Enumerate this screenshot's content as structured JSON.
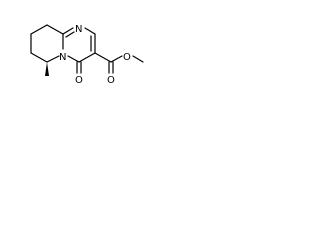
{
  "molecule": {
    "atoms": {
      "ring_nitrogen": "N",
      "bridgehead_nitrogen": "N",
      "carbonyl_oxygen": "O",
      "ester_carbonyl_oxygen": "O",
      "ester_ether_oxygen": "O"
    }
  },
  "colors": {
    "bond": "#000000",
    "background": "#ffffff"
  }
}
